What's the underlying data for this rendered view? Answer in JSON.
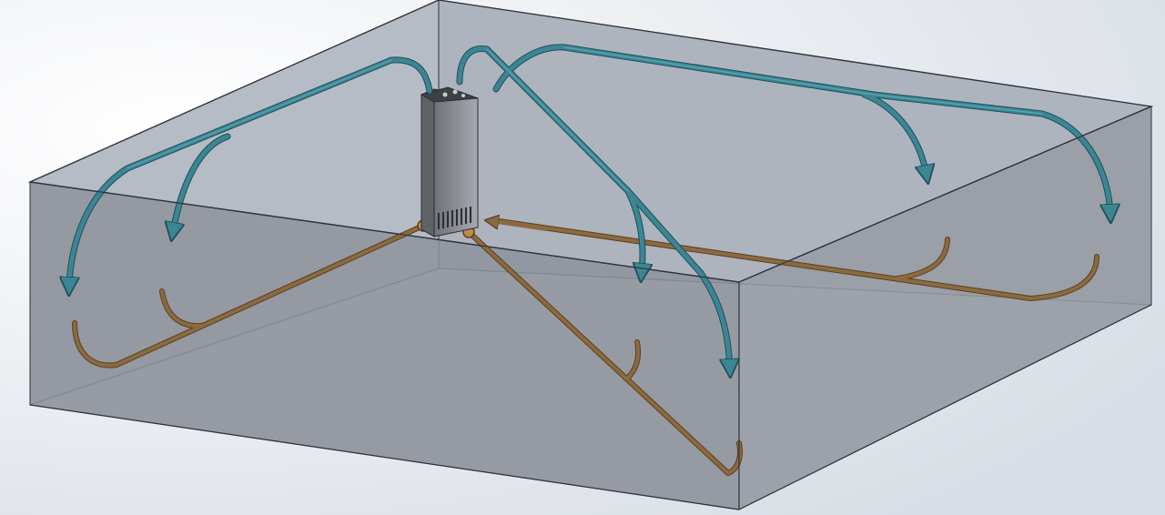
{
  "diagram": {
    "view": "isometric",
    "colors": {
      "background_light": "#ffffff",
      "background_mid": "#d6dbe3",
      "room_top": "#aeb5c0",
      "room_back": "#b3b9c3",
      "room_front": "#8f949d",
      "room_right": "#969ba4",
      "room_edge": "#2e3238",
      "supply_duct": "#3c8694",
      "supply_duct_edge": "#1e4f59",
      "return_duct": "#8c6a40",
      "return_duct_edge": "#5a3f1f",
      "unit_body": "#8f949b",
      "unit_dark": "#3b3e42"
    },
    "components": {
      "room": "enclosure-box",
      "unit": "air-handling-unit",
      "supply_branches": 6,
      "return_branches": 6,
      "return_arrows": 1
    }
  }
}
